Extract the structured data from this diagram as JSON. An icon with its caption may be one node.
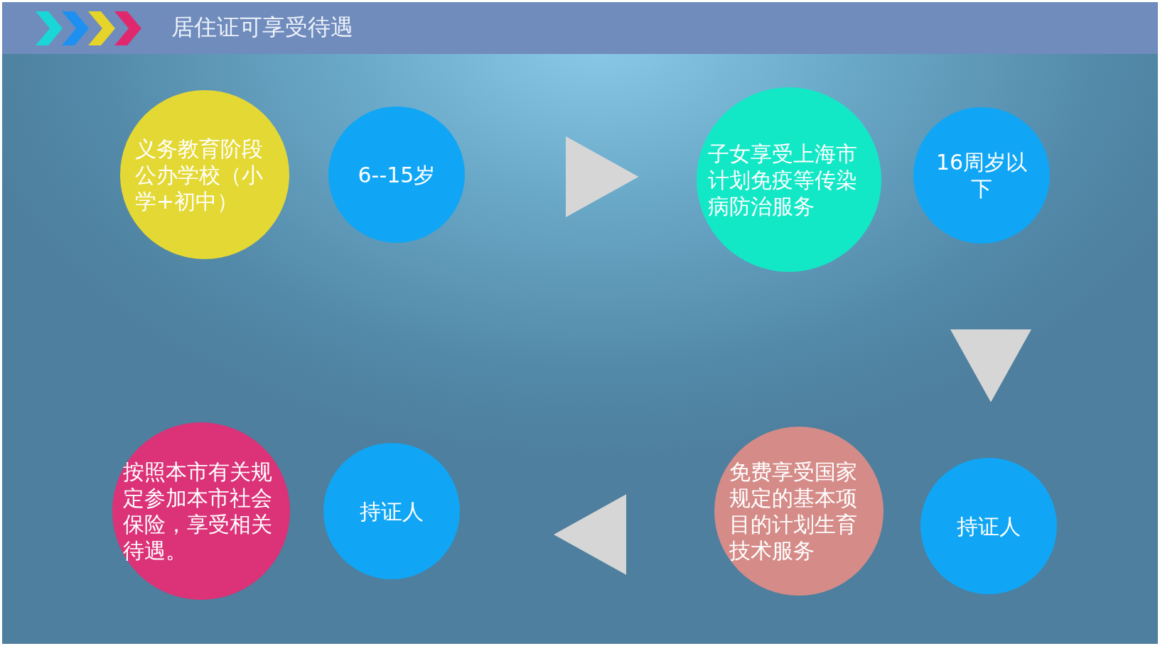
{
  "diagram": {
    "title": "居住证可享受待遇",
    "nodes": [
      {
        "text": [
          "义务教育阶段公办学校（小学+初中）"
        ]
      },
      {
        "text": [
          "6--15岁"
        ]
      },
      {
        "text": [],
        "shape": "triangle"
      },
      {
        "text": [
          "子女享受上海市计划免疫等传染病防治服务"
        ]
      },
      {
        "text": [
          "16周岁以下"
        ]
      },
      {
        "text": [],
        "shape": "triangle"
      },
      {
        "text": [
          "按照本市有关规定参加本市社会保险，享受相关待遇。"
        ]
      },
      {
        "text": [
          "持证人"
        ]
      },
      {
        "text": [],
        "shape": "triangle"
      },
      {
        "text": [
          "免费享受国家规定的基本项目的计划生育技术服务"
        ]
      },
      {
        "text": [
          "持证人"
        ]
      }
    ]
  }
}
